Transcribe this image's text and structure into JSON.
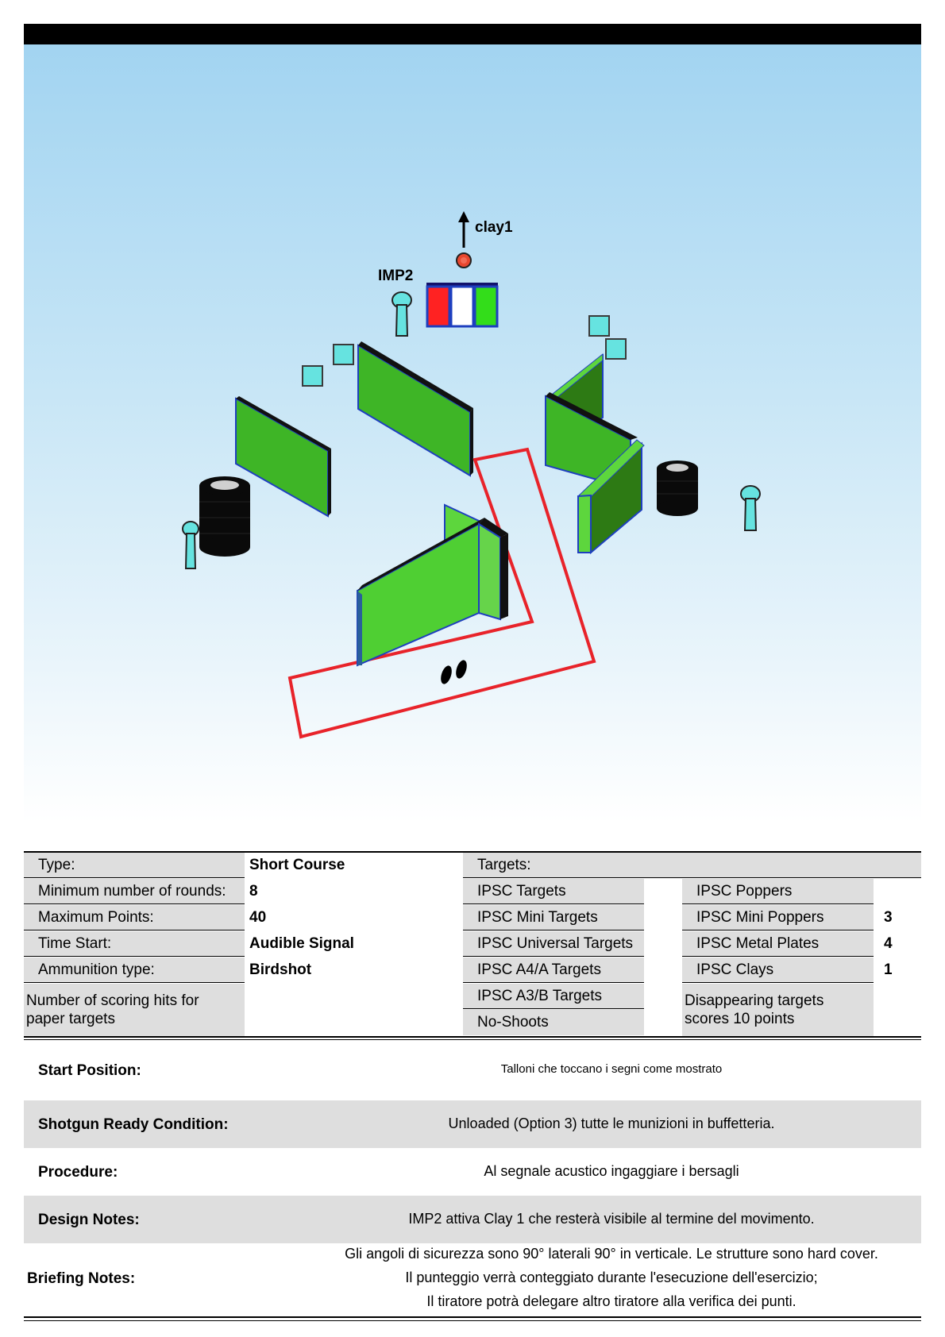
{
  "diagram": {
    "labels": {
      "clay": "clay1",
      "activator": "IMP2"
    }
  },
  "info": {
    "left": [
      {
        "label": "Type:",
        "value": "Short Course"
      },
      {
        "label": "Minimum number of rounds:",
        "value": "8"
      },
      {
        "label": "Maximum Points:",
        "value": "40"
      },
      {
        "label": "Time Start:",
        "value": "Audible Signal"
      },
      {
        "label": "Ammunition type:",
        "value": "Birdshot"
      },
      {
        "label": "Number of scoring hits for paper targets",
        "value": ""
      }
    ],
    "targets_header": "Targets:",
    "targets_col1": [
      {
        "label": "IPSC Targets",
        "value": ""
      },
      {
        "label": "IPSC Mini Targets",
        "value": ""
      },
      {
        "label": "IPSC Universal Targets",
        "value": ""
      },
      {
        "label": "IPSC A4/A Targets",
        "value": ""
      },
      {
        "label": "IPSC A3/B Targets",
        "value": ""
      },
      {
        "label": "No-Shoots",
        "value": ""
      }
    ],
    "targets_col2": [
      {
        "label": "IPSC Poppers",
        "value": ""
      },
      {
        "label": "IPSC Mini Poppers",
        "value": "3"
      },
      {
        "label": "IPSC Metal Plates",
        "value": "4"
      },
      {
        "label": "IPSC Clays",
        "value": "1"
      },
      {
        "label": "Disappearing targets scores 10 points",
        "value": ""
      }
    ]
  },
  "notes": {
    "start_position": {
      "label": "Start Position:",
      "value": "Talloni che toccano i segni come mostrato"
    },
    "ready_condition": {
      "label": "Shotgun Ready Condition:",
      "value": "Unloaded (Option 3) tutte le munizioni in buffetteria."
    },
    "procedure": {
      "label": "Procedure:",
      "value": "Al segnale acustico ingaggiare i bersagli"
    },
    "design_notes": {
      "label": "Design Notes:",
      "value": "IMP2 attiva Clay 1 che resterà visibile al termine del movimento."
    },
    "briefing": {
      "label": "Briefing Notes:",
      "lines": [
        "Gli angoli di sicurezza sono 90° laterali 90° in verticale. Le strutture sono hard cover.",
        "Il punteggio verrà conteggiato durante l'esecuzione dell'esercizio;",
        "Il tiratore potrà delegare altro tiratore alla verifica dei punti."
      ]
    }
  },
  "colors": {
    "wall": "#3eb526",
    "fault_line": "#e8232a",
    "popper": "#66e3e0",
    "plate": "#66e3e0"
  }
}
